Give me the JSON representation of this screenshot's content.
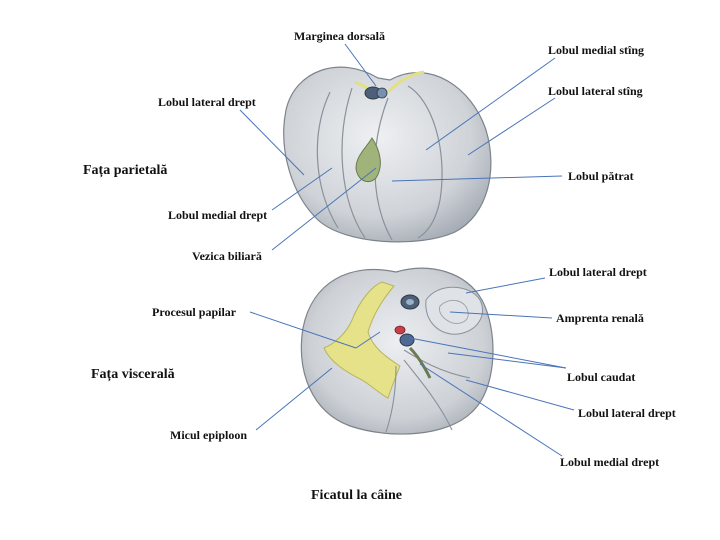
{
  "title": "Ficatul la câine",
  "faces": {
    "parietal": "Fața parietală",
    "visceral": "Fața viscerală"
  },
  "labels": {
    "marginea_dorsala": "Marginea dorsală",
    "lobul_medial_sting": "Lobul medial stîng",
    "lobul_lateral_sting": "Lobul lateral stîng",
    "lobul_lateral_drept_top": "Lobul lateral drept",
    "lobul_patrat": "Lobul pătrat",
    "lobul_medial_drept_top": "Lobul medial drept",
    "vezica_biliara": "Vezica biliară",
    "lobul_lateral_drept_right": "Lobul lateral drept",
    "procesul_papilar": "Procesul papilar",
    "amprenta_renala": "Amprenta renală",
    "lobul_caudat": "Lobul caudat",
    "lobul_lateral_drept_bottom": "Lobul lateral drept",
    "micul_epiploon": "Micul epiploon",
    "lobul_medial_drept_bottom": "Lobul medial drept"
  },
  "colors": {
    "liver": "#cfd3d8",
    "liver_shadow": "#a7adb5",
    "outline": "#7d838b",
    "gallbladder": "#9fb37a",
    "ligament": "#e3df83",
    "leader_line": "#4a74b8"
  }
}
